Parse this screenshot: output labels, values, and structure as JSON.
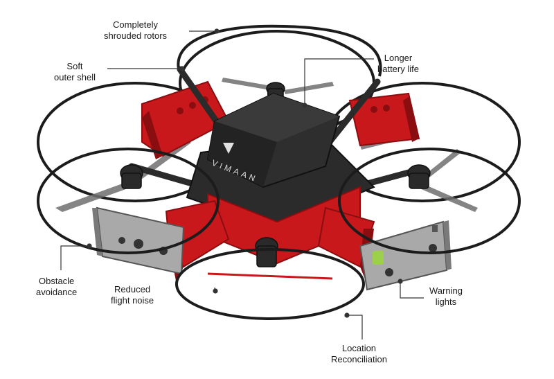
{
  "diagram": {
    "brand_text": "VIMAAN",
    "colors": {
      "frame_red": "#c8181c",
      "frame_dark_red": "#8a0d10",
      "carbon": "#2b2b2b",
      "body_black": "#232323",
      "ring": "#1c1c1c",
      "sensor_grey": "#9a9a9a",
      "leader_line": "#333333"
    },
    "labels": {
      "rotors": {
        "line1": "Completely",
        "line2": "shrouded rotors"
      },
      "shell": {
        "line1": "Soft",
        "line2": "outer shell"
      },
      "battery": {
        "line1": "Longer",
        "line2": "battery life"
      },
      "obstacle": {
        "line1": "Obstacle",
        "line2": "avoidance"
      },
      "noise": {
        "line1": "Reduced",
        "line2": "flight noise"
      },
      "warning": {
        "line1": "Warning",
        "line2": "lights"
      },
      "location": {
        "line1": "Location",
        "line2": "Reconciliation"
      }
    }
  }
}
